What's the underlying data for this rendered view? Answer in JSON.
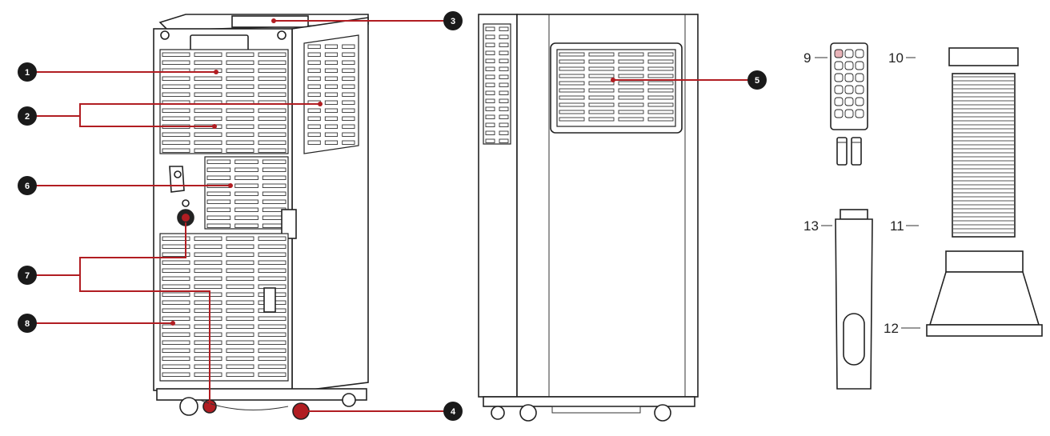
{
  "callouts": {
    "c1": "1",
    "c2": "2",
    "c3": "3",
    "c4": "4",
    "c5": "5",
    "c6": "6",
    "c7": "7",
    "c8": "8"
  },
  "accessories": {
    "a9": "9",
    "a10": "10",
    "a11": "11",
    "a12": "12",
    "a13": "13"
  },
  "colors": {
    "leader": "#b11d22",
    "badge": "#1a1a1a",
    "outline": "#222222"
  },
  "remote_buttons": 18
}
